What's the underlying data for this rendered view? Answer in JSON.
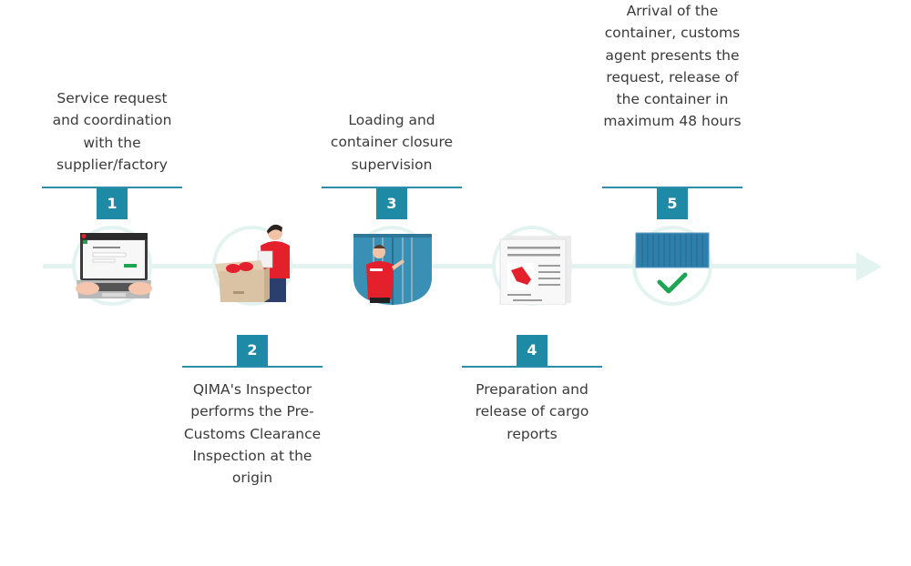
{
  "diagram": {
    "title": "",
    "colors": {
      "accent": "#1f8aa5",
      "rule": "#2b8fa9",
      "timeline": "#e3f3ef",
      "text": "#3a3a3a",
      "brand_red": "#e3202b",
      "check_green": "#1fa552",
      "container_blue": "#3a87ad"
    },
    "steps": [
      {
        "number": "1",
        "text": "Service request and coordination with the supplier/factory",
        "position": "above",
        "icon": "laptop-typing-icon"
      },
      {
        "number": "2",
        "text": "QIMA's Inspector performs the Pre-Customs Clearance Inspection at the origin",
        "position": "below",
        "icon": "inspector-box-icon"
      },
      {
        "number": "3",
        "text": "Loading and container closure supervision",
        "position": "above",
        "icon": "container-loading-icon"
      },
      {
        "number": "4",
        "text": "Preparation and release of cargo reports",
        "position": "below",
        "icon": "report-document-icon"
      },
      {
        "number": "5",
        "text": "Arrival of the container, customs agent presents the request, release of the container in maximum 48 hours",
        "position": "above",
        "icon": "container-approved-icon"
      }
    ]
  }
}
